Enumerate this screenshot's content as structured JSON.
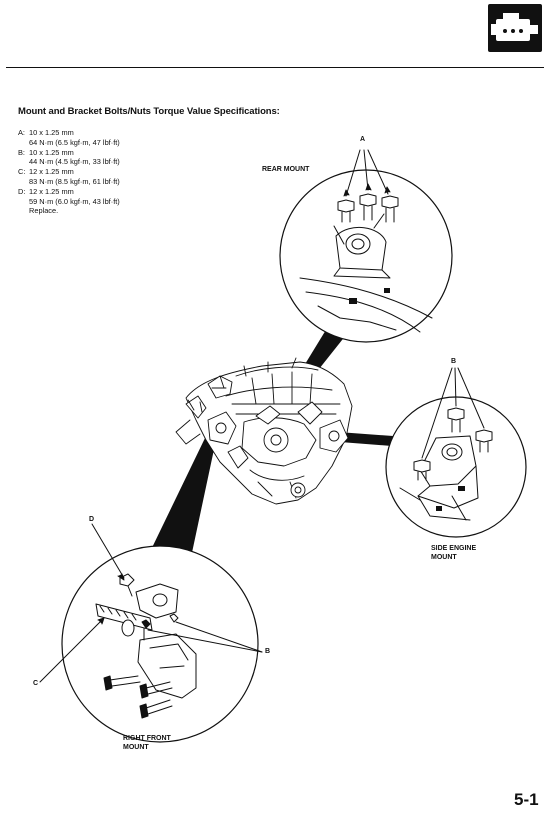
{
  "header": {
    "section_icon": "engine-icon"
  },
  "spec": {
    "title": "Mount and Bracket Bolts/Nuts Torque Value Specifications:",
    "items": [
      {
        "letter": "A:",
        "size": "10 x 1.25 mm",
        "torque": "64 N·m (6.5 kgf·m, 47 lbf·ft)",
        "note": ""
      },
      {
        "letter": "B:",
        "size": "10 x 1.25 mm",
        "torque": "44 N·m (4.5 kgf·m, 33 lbf·ft)",
        "note": ""
      },
      {
        "letter": "C:",
        "size": "12 x 1.25 mm",
        "torque": "83 N·m (8.5 kgf·m, 61 lbf·ft)",
        "note": ""
      },
      {
        "letter": "D:",
        "size": "12 x 1.25 mm",
        "torque": "59 N·m (6.0 kgf·m, 43 lbf·ft)",
        "note": "Replace."
      }
    ]
  },
  "diagram": {
    "labels": {
      "rear_mount": "REAR MOUNT",
      "side_engine_mount_1": "SIDE ENGINE",
      "side_engine_mount_2": "MOUNT",
      "right_front_mount_1": "RIGHT FRONT",
      "right_front_mount_2": "MOUNT"
    },
    "callouts": {
      "a": "A",
      "b_side": "B",
      "b_front": "B",
      "c": "C",
      "d": "D"
    }
  },
  "footer": {
    "page_number": "5-1"
  }
}
